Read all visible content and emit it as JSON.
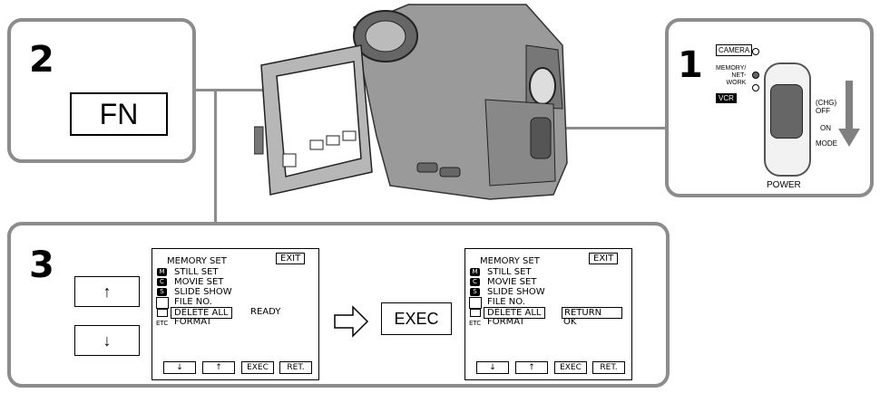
{
  "steps": {
    "s1": "1",
    "s2": "2",
    "s3": "3"
  },
  "step2": {
    "key": "FN"
  },
  "step1": {
    "modes": {
      "camera": "CAMERA",
      "memory": "MEMORY/\nNET-\nWORK",
      "vcr": "VCR"
    },
    "positions": {
      "chg": "(CHG)",
      "off": "OFF",
      "on": "ON",
      "mode": "MODE"
    },
    "switch_label": "POWER"
  },
  "step3": {
    "key_up": "↑",
    "key_down": "↓",
    "exec_key": "EXEC",
    "menu_before": {
      "title": "MEMORY SET",
      "exit": "EXIT",
      "items": [
        "STILL SET",
        "MOVIE SET",
        "SLIDE SHOW",
        "FILE NO.",
        "DELETE ALL",
        "FORMAT"
      ],
      "ready": "READY",
      "buttons": [
        "↓",
        "↑",
        "EXEC",
        "RET."
      ]
    },
    "menu_after": {
      "title": "MEMORY SET",
      "exit": "EXIT",
      "items": [
        "STILL SET",
        "MOVIE SET",
        "SLIDE SHOW",
        "FILE NO.",
        "DELETE ALL",
        "FORMAT"
      ],
      "options": [
        "RETURN",
        "OK"
      ],
      "buttons": [
        "↓",
        "↑",
        "EXEC",
        "RET."
      ]
    },
    "icons": [
      "M",
      "C",
      "SL",
      "",
      "",
      "ETC"
    ]
  }
}
